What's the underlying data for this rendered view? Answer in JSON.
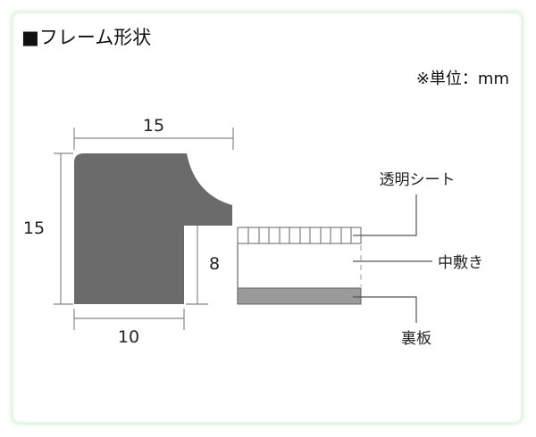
{
  "title": "■フレーム形状",
  "unit_note": "※単位：mm",
  "dimensions": {
    "top_width": "15",
    "left_height": "15",
    "bottom_width": "10",
    "rabbet_depth": "8"
  },
  "labels": {
    "glass": "透明シート",
    "mat": "中敷き",
    "backboard": "裏板"
  },
  "colors": {
    "frame": "#6b6b6b",
    "backboard": "#9a9a9a",
    "card_border": "#e3f8e0"
  }
}
